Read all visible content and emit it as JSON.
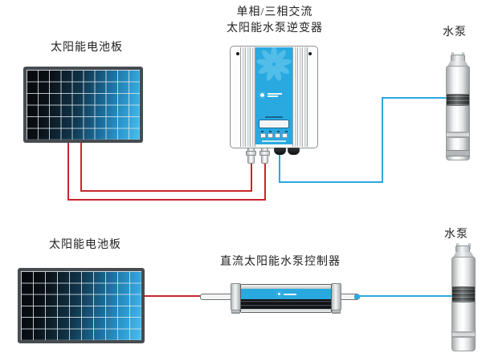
{
  "diagram": {
    "title_note": "solar water pump system wiring diagram",
    "top_system": {
      "panel_label": "太阳能电池板",
      "inverter_label_line1": "单相/三相交流",
      "inverter_label_line2": "太阳能水泵逆变器",
      "pump_label": "水泵"
    },
    "bottom_system": {
      "panel_label": "太阳能电池板",
      "controller_label": "直流太阳能水泵控制器",
      "pump_label": "水泵"
    },
    "colors": {
      "dc_wire_red": "#c9252c",
      "ac_wire_blue": "#2aa8df",
      "device_panel_blue": "#29a9e0",
      "solar_cell_gradient_start": "#05070a",
      "solar_cell_gradient_end": "#4abfee",
      "panel_frame": "#474c51"
    }
  }
}
